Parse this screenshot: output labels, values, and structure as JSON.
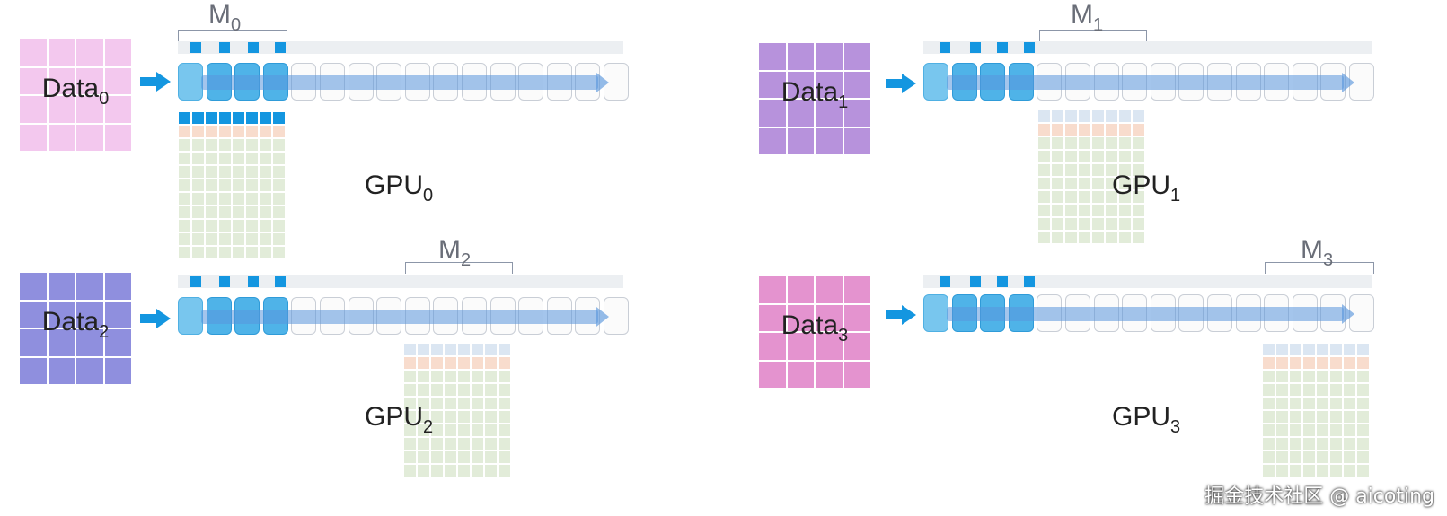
{
  "panels": [
    {
      "id": 0,
      "data_label": "Data",
      "data_sub": "0",
      "data_color": "#f3c8ee",
      "gpu_label": "GPU",
      "gpu_sub": "0",
      "m_label": "M",
      "m_sub": "0"
    },
    {
      "id": 1,
      "data_label": "Data",
      "data_sub": "1",
      "data_color": "#b792dc",
      "gpu_label": "GPU",
      "gpu_sub": "1",
      "m_label": "M",
      "m_sub": "1"
    },
    {
      "id": 2,
      "data_label": "Data",
      "data_sub": "2",
      "data_color": "#8f8fde",
      "gpu_label": "GPU",
      "gpu_sub": "2",
      "m_label": "M",
      "m_sub": "2"
    },
    {
      "id": 3,
      "data_label": "Data",
      "data_sub": "3",
      "data_color": "#e493cf",
      "gpu_label": "GPU",
      "gpu_sub": "3",
      "m_label": "M",
      "m_sub": "3"
    }
  ],
  "watermark": "掘金技术社区 @ aicoting",
  "colors": {
    "accent_blue": "#1496e0",
    "box_light": "#78c6ee",
    "matrix_green": "#e2ecd9",
    "matrix_orange": "#f8dccd",
    "matrix_blue": "#dbe6f2"
  }
}
